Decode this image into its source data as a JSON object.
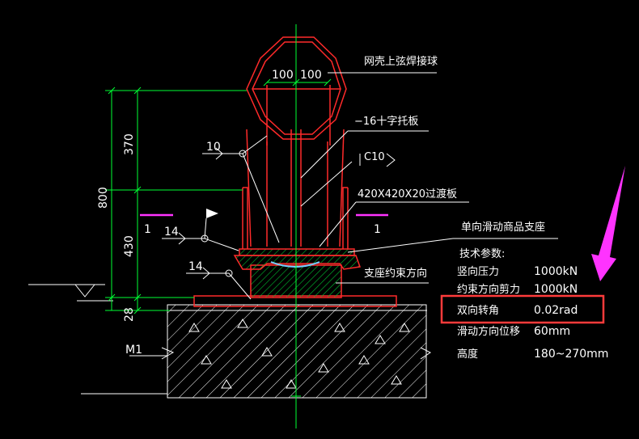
{
  "labels": {
    "ball": "网壳上弦焊接球",
    "cross_plate": "−16十字托板",
    "c10": "C10",
    "transition_plate": "420X420X20过渡板",
    "bearing": "单向滑动商品支座",
    "restraint": "支座约束方向",
    "m1": "M1"
  },
  "dims": {
    "top_left": "100",
    "top_right": "100",
    "total": "800",
    "upper": "370",
    "lower": "430",
    "base": "28",
    "weld_10": "10",
    "weld_14a": "14",
    "weld_14b": "14",
    "section_left": "1",
    "section_right": "1"
  },
  "params": {
    "title": "技术参数:",
    "rows": [
      {
        "label": "竖向压力",
        "value": "1000kN"
      },
      {
        "label": "约束方向剪力",
        "value": "1000kN"
      },
      {
        "label": "双向转角",
        "value": "0.02rad"
      },
      {
        "label": "滑动方向位移",
        "value": "60mm"
      },
      {
        "label": "高度",
        "value": "180~270mm"
      }
    ]
  },
  "colors": {
    "background": "#000000",
    "structure": "#ff2a2a",
    "dimension": "#00ff33",
    "hatch": "#00d030",
    "text": "#ffffff",
    "highlight": "#ff3b3b",
    "arrow": "#ff33ff",
    "section_mark": "#ff33ff"
  }
}
